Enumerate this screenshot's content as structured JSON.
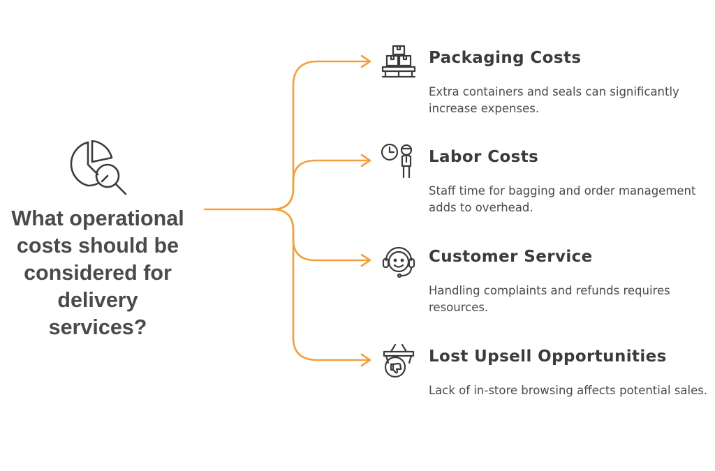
{
  "question": "What operational costs should be considered for delivery services?",
  "accent_color": "#f2a03d",
  "center_icon": "pie-chart-magnifier-icon",
  "branches": [
    {
      "title": "Packaging Costs",
      "description": "Extra containers and seals can significantly increase expenses.",
      "icon": "stacked-boxes-icon"
    },
    {
      "title": "Labor Costs",
      "description": "Staff time for bagging and order management adds to overhead.",
      "icon": "clock-worker-icon"
    },
    {
      "title": "Customer Service",
      "description": "Handling complaints and refunds requires resources.",
      "icon": "headset-agent-icon"
    },
    {
      "title": "Lost Upsell Opportunities",
      "description": "Lack of in-store browsing affects potential sales.",
      "icon": "basket-thumbs-down-icon"
    }
  ]
}
